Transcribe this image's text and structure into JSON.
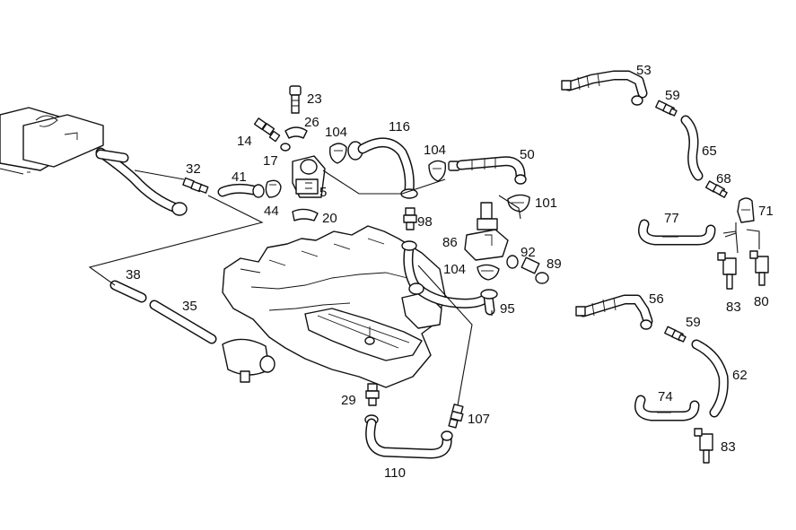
{
  "colors": {
    "ink": "#111111",
    "paper": "#ffffff"
  },
  "callouts": [
    {
      "id": "c23",
      "text": "23"
    },
    {
      "id": "c26",
      "text": "26"
    },
    {
      "id": "c104a",
      "text": "104"
    },
    {
      "id": "c116",
      "text": "116"
    },
    {
      "id": "c14",
      "text": "14"
    },
    {
      "id": "c17",
      "text": "17"
    },
    {
      "id": "c104b",
      "text": "104"
    },
    {
      "id": "c50",
      "text": "50"
    },
    {
      "id": "c32",
      "text": "32"
    },
    {
      "id": "c41",
      "text": "41"
    },
    {
      "id": "c5",
      "text": "5"
    },
    {
      "id": "c44",
      "text": "44"
    },
    {
      "id": "c20",
      "text": "20"
    },
    {
      "id": "c98",
      "text": "98"
    },
    {
      "id": "c101",
      "text": "101"
    },
    {
      "id": "c86",
      "text": "86"
    },
    {
      "id": "c92",
      "text": "92"
    },
    {
      "id": "c89",
      "text": "89"
    },
    {
      "id": "c104c",
      "text": "104"
    },
    {
      "id": "c95",
      "text": "95"
    },
    {
      "id": "c38",
      "text": "38"
    },
    {
      "id": "c35",
      "text": "35"
    },
    {
      "id": "c29",
      "text": "29"
    },
    {
      "id": "c107",
      "text": "107"
    },
    {
      "id": "c110",
      "text": "110"
    },
    {
      "id": "c53",
      "text": "53"
    },
    {
      "id": "c59a",
      "text": "59"
    },
    {
      "id": "c65",
      "text": "65"
    },
    {
      "id": "c68",
      "text": "68"
    },
    {
      "id": "c77",
      "text": "77"
    },
    {
      "id": "c71",
      "text": "71"
    },
    {
      "id": "c83a",
      "text": "83"
    },
    {
      "id": "c80",
      "text": "80"
    },
    {
      "id": "c56",
      "text": "56"
    },
    {
      "id": "c59b",
      "text": "59"
    },
    {
      "id": "c62",
      "text": "62"
    },
    {
      "id": "c74",
      "text": "74"
    },
    {
      "id": "c83b",
      "text": "83"
    }
  ]
}
